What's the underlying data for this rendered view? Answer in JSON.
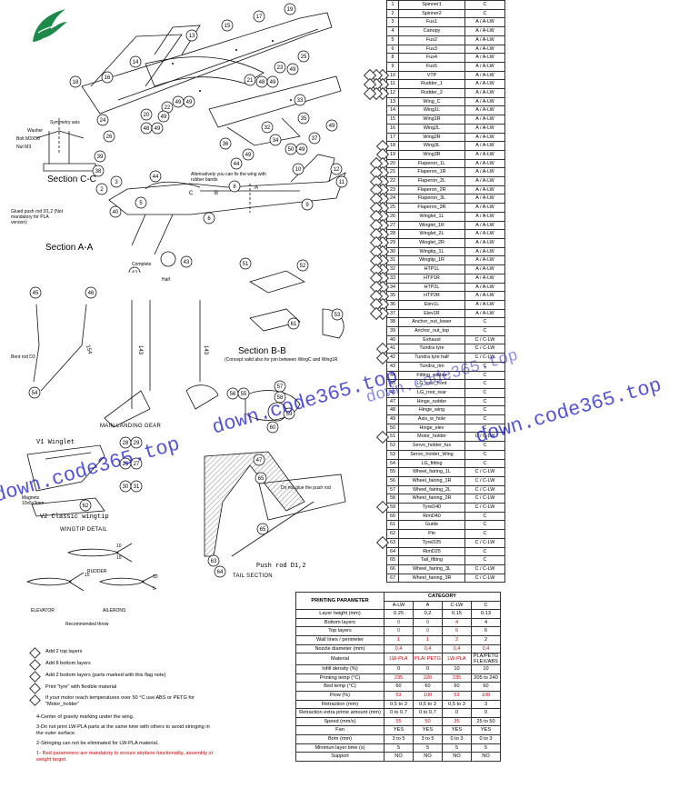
{
  "parts_table": {
    "rows": [
      [
        "1",
        "Spinner1",
        "C"
      ],
      [
        "2",
        "Spinner2",
        "C"
      ],
      [
        "3",
        "Fus1",
        "A / A-LW"
      ],
      [
        "4",
        "Canopy",
        "A / A-LW"
      ],
      [
        "5",
        "Fus2",
        "A / A-LW"
      ],
      [
        "6",
        "Fus3",
        "A / A-LW"
      ],
      [
        "8",
        "Fus4",
        "A / A-LW"
      ],
      [
        "9",
        "Fus5",
        "A / A-LW"
      ],
      [
        "10",
        "VTP",
        "A / A-LW"
      ],
      [
        "11",
        "Rudder_1",
        "A / A-LW"
      ],
      [
        "12",
        "Rudder_2",
        "A / A-LW"
      ],
      [
        "13",
        "Wing_C",
        "A / A-LW"
      ],
      [
        "14",
        "Wing1L",
        "A / A-LW"
      ],
      [
        "15",
        "Wing1R",
        "A / A-LW"
      ],
      [
        "16",
        "Wing2L",
        "A / A-LW"
      ],
      [
        "17",
        "Wing2R",
        "A / A-LW"
      ],
      [
        "18",
        "Wing3L",
        "A / A-LW"
      ],
      [
        "19",
        "Wing3R",
        "A / A-LW"
      ],
      [
        "20",
        "Flaperon_1L",
        "A / A-LW"
      ],
      [
        "21",
        "Flaperon_1R",
        "A / A-LW"
      ],
      [
        "22",
        "Flaperon_2L",
        "A / A-LW"
      ],
      [
        "23",
        "Flaperon_2R",
        "A / A-LW"
      ],
      [
        "24",
        "Flaperon_3L",
        "A / A-LW"
      ],
      [
        "25",
        "Flaperon_3R",
        "A / A-LW"
      ],
      [
        "26",
        "Winglet_1L",
        "A / A-LW"
      ],
      [
        "27",
        "Winglet_1R",
        "A / A-LW"
      ],
      [
        "28",
        "Winglet_2L",
        "A / A-LW"
      ],
      [
        "29",
        "Winglet_2R",
        "A / A-LW"
      ],
      [
        "30",
        "Wingtip_1L",
        "A / A-LW"
      ],
      [
        "31",
        "Wingtip_1R",
        "A / A-LW"
      ],
      [
        "32",
        "HTP1L",
        "A / A-LW"
      ],
      [
        "33",
        "HTP1R",
        "A / A-LW"
      ],
      [
        "34",
        "HTP2L",
        "A / A-LW"
      ],
      [
        "35",
        "HTP2R",
        "A / A-LW"
      ],
      [
        "36",
        "Elev1L",
        "A / A-LW"
      ],
      [
        "37",
        "Elev1R",
        "A / A-LW"
      ],
      [
        "38",
        "Anchor_nut_lower",
        "C"
      ],
      [
        "39",
        "Anchor_nut_top",
        "C"
      ],
      [
        "40",
        "Exhaust",
        "C / C-LW"
      ],
      [
        "41",
        "Tundra tyre",
        "C / C-LW"
      ],
      [
        "42",
        "Tundra tyre half",
        "C / C-LW"
      ],
      [
        "43",
        "Tundra_rim",
        "C"
      ],
      [
        "44",
        "Fitting_rubber",
        "C"
      ],
      [
        "45",
        "LG_root_front",
        "C"
      ],
      [
        "46",
        "LG_root_rear",
        "C"
      ],
      [
        "47",
        "Hinge_rudder",
        "C"
      ],
      [
        "48",
        "Hinge_wing",
        "C"
      ],
      [
        "49",
        "Axis_w_hole",
        "C"
      ],
      [
        "50",
        "Hinge_elev",
        "C"
      ],
      [
        "51",
        "Motor_holder",
        "C / C-LW"
      ],
      [
        "52",
        "Servo_holder_fus",
        "C"
      ],
      [
        "53",
        "Servo_holder_Wing",
        "C"
      ],
      [
        "54",
        "LG_fitting",
        "C"
      ],
      [
        "55",
        "Wheel_fairing_1L",
        "C / C-LW"
      ],
      [
        "56",
        "Wheel_fairing_1R",
        "C / C-LW"
      ],
      [
        "57",
        "Wheel_fairing_2L",
        "C / C-LW"
      ],
      [
        "58",
        "Wheel_fairing_2R",
        "C / C-LW"
      ],
      [
        "59",
        "TyreD40",
        "C / C-LW"
      ],
      [
        "60",
        "RimD40",
        "C"
      ],
      [
        "61",
        "Guide",
        "C"
      ],
      [
        "62",
        "Pin",
        "C"
      ],
      [
        "63",
        "TyreD25",
        "C / C-LW"
      ],
      [
        "64",
        "RimD25",
        "C"
      ],
      [
        "65",
        "Tail_fitting",
        "C"
      ],
      [
        "66",
        "Wheel_fairing_3L",
        "C / C-LW"
      ],
      [
        "67",
        "Wheel_fairing_3R",
        "C / C-LW"
      ]
    ]
  },
  "print_table": {
    "title": "PRINTING PARAMETER",
    "category": "CATEGORY",
    "cols": [
      "A-LW",
      "A",
      "C-LW",
      "C"
    ],
    "rows": [
      {
        "p": "Layer height (mm)",
        "v": [
          "0.25",
          "0,2",
          "0,15",
          "0,13"
        ]
      },
      {
        "p": "Bottom layers",
        "v": [
          "0",
          "0",
          "4",
          "4"
        ]
      },
      {
        "p": "Top layers",
        "v": [
          "0",
          "0",
          "6",
          "6"
        ]
      },
      {
        "p": "Wall lines / perimeter",
        "v": [
          "1",
          "1",
          "2",
          "2"
        ]
      },
      {
        "p": "Nozzle diameter (mm)",
        "v": [
          "0,4",
          "0,4",
          "0,4",
          "0,4"
        ]
      },
      {
        "p": "Material",
        "v": [
          "LW-PLA",
          "PLA/ PETG",
          "LW-PLA",
          "PLA/PETG FLEX/ABS"
        ]
      },
      {
        "p": "Infill density (%)",
        "v": [
          "0",
          "0",
          "10",
          "10"
        ]
      },
      {
        "p": "Printing temp (°C)",
        "v": [
          "235",
          "220",
          "235",
          "205 to 240"
        ]
      },
      {
        "p": "Bed temp (°C)",
        "v": [
          "60",
          "60",
          "60",
          "60"
        ]
      },
      {
        "p": "Flow (%)",
        "v": [
          "53",
          "100",
          "53",
          "100"
        ]
      },
      {
        "p": "Retraction (mm)",
        "v": [
          "0,5 to 3",
          "0,5 to 3",
          "0,5 to 3",
          "3"
        ]
      },
      {
        "p": "Retraction extra prime amount (mm)",
        "v": [
          "0 to 0,7",
          "0 to 0,7",
          "0",
          "0"
        ]
      },
      {
        "p": "Speed (mm/s)",
        "v": [
          "55",
          "50",
          "35",
          "25 to 50"
        ]
      },
      {
        "p": "Fan",
        "v": [
          "YES",
          "YES",
          "YES",
          "YES"
        ]
      },
      {
        "p": "Brim (mm)",
        "v": [
          "3 to 5",
          "3 to 5",
          "0 to 3",
          "0 to 3"
        ]
      },
      {
        "p": "Minimun layer time (s)",
        "v": [
          "5",
          "5",
          "5",
          "5"
        ]
      },
      {
        "p": "Support",
        "v": [
          "NO",
          "NO",
          "NO",
          "NO"
        ]
      }
    ]
  },
  "labels": {
    "section_cc": "Section C-C",
    "section_aa": "Section A-A",
    "section_bb": "Section B-B",
    "section_bb_note": "(Concept valid also for join between WingC and Wing1R",
    "main_landing_gear": "MAIN LANDING GEAR",
    "wingtip_detail": "WINGTIP DETAIL",
    "v1_winglet": "V1 Winglet",
    "v2_wingtip": "V2 Classic wingtip",
    "magnets": "Magnets 10x5x3mm",
    "tail_section": "TAIL SECTION",
    "push_rod": "Push rod D1,2",
    "dont_glue": "Do not glue the push rod",
    "rudder": "RUDDER",
    "elevator": "ELEVATOR",
    "ailerons": "AILERONS",
    "recommended_throw": "Recommended throw",
    "washer": "Washer",
    "bolt": "Bolt M3X50",
    "nut": "Nut M3",
    "symmetry_axis": "Symmetry axis",
    "glued_push_rod": "Glued push rod D1,2 (Not mandatory for PLA version)",
    "alternatively": "Alternatively you can fix the wing with rubber bands",
    "complete": "Complete",
    "half": "Half",
    "bent_rod": "Bent rod D3",
    "dim_154": "154",
    "dim_143a": "143",
    "dim_143b": "143",
    "dim_24": "24",
    "throw_10a": "10",
    "throw_10b": "10",
    "throw_15": "15",
    "throw_10c": "10",
    "throw_5": "5"
  },
  "legend": [
    {
      "mark": "2",
      "text": "Add 2 top layers"
    },
    {
      "mark": "8",
      "text": "Add 8 bottom layers"
    },
    {
      "mark": "2",
      "text": "Add 2 bottom layers (parts marked with this flag note)"
    },
    {
      "mark": "5",
      "text": "Print \"tyre\" with flexible material"
    },
    {
      "mark": "6",
      "text": "If your motor reach temperatures over 50 °C use ABS or PETG for \"Motor_holder\""
    }
  ],
  "notes": [
    {
      "t": "4-Center of gravity marking under the wing.",
      "red": false
    },
    {
      "t": "3-Do not print LW-PLA parts at the same time with others to avoid stringing in the outer surface.",
      "red": false
    },
    {
      "t": "2-Stringing can not be eliminated for LW-PLA material.",
      "red": false
    },
    {
      "t": "1- Red parameters are mandatory to ensure airplane functionality, assembly or weight target.",
      "red": true
    }
  ],
  "watermarks": [
    "down.code365.top",
    "down.code365.top",
    "down.code365.top",
    "down.code365.top"
  ],
  "colors": {
    "accent_red": "#d00000",
    "watermark": "#1a1acc",
    "logo_green": "#1d8a4a"
  }
}
